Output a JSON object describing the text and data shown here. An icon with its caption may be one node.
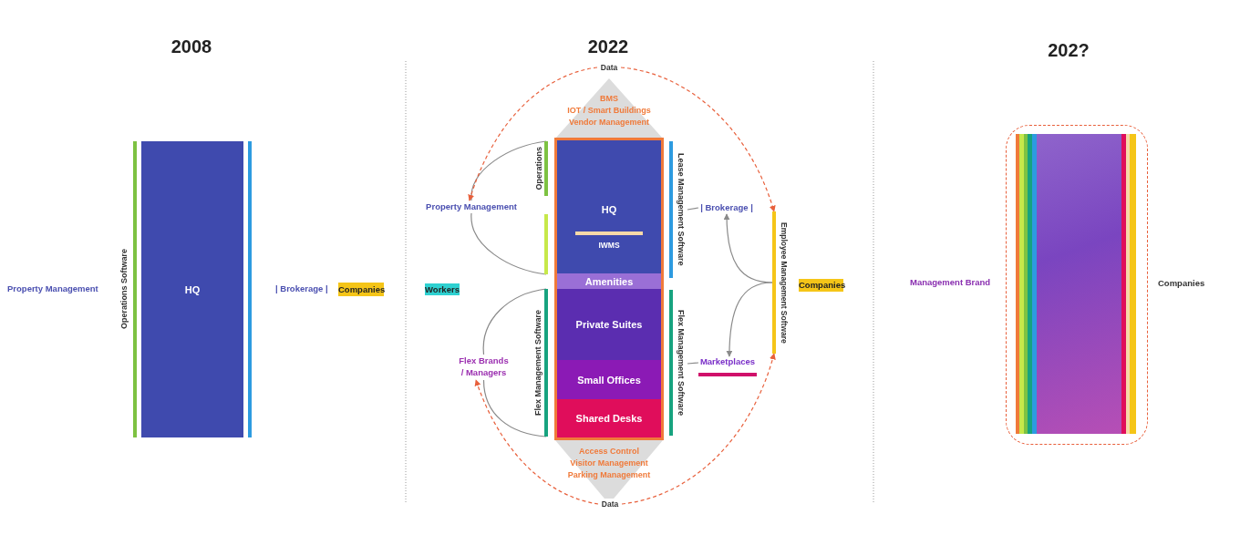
{
  "diagram": {
    "nodes": [
      {
        "text": [
          "HQ"
        ]
      },
      {
        "text": [
          "Operations Software"
        ]
      },
      {
        "text": [],
        "shape": "bar"
      },
      {
        "text": [
          "Companies"
        ]
      },
      {
        "text": [
          "BMS",
          "IOT / Smart Buildings",
          "Vendor Management"
        ]
      },
      {
        "text": [],
        "shape": "box"
      },
      {
        "text": [
          "HQ"
        ],
        "in": 5
      },
      {
        "text": [
          "IWMS"
        ],
        "in": 6
      },
      {
        "text": [
          "Amenities"
        ],
        "in": 5
      },
      {
        "text": [
          "Private Suites"
        ],
        "in": 5
      },
      {
        "text": [
          "Small Offices"
        ],
        "in": 5
      },
      {
        "text": [
          "Shared Desks"
        ],
        "in": 5
      },
      {
        "text": [
          "Access Control",
          "Visitor Management",
          "Parking Management"
        ]
      },
      {
        "text": [
          "Operations"
        ]
      },
      {
        "text": [],
        "shape": "bar"
      },
      {
        "text": [
          "Flex Management Software"
        ]
      },
      {
        "text": [
          "Lease Management Software"
        ]
      },
      {
        "text": [
          "Flex Management Software"
        ]
      },
      {
        "text": [
          "Employee Management Software"
        ]
      },
      {
        "text": [
          "Property Management"
        ]
      },
      {
        "text": [
          "Flex Brands / Managers"
        ]
      },
      {
        "text": [
          "Workers"
        ]
      },
      {
        "text": [
          "| Brokerage |"
        ]
      },
      {
        "text": [
          "Marketplaces"
        ]
      },
      {
        "text": [
          "Companies"
        ]
      },
      {
        "text": [
          "Data"
        ]
      },
      {
        "text": [
          "Data"
        ]
      },
      {
        "text": [],
        "shape": "box"
      },
      {
        "text": [],
        "shape": "box",
        "in": 27
      }
    ],
    "edges": [
      {
        "from": 19,
        "to": 13,
        "arrow": "none"
      },
      {
        "from": 19,
        "to": 14,
        "arrow": "none"
      },
      {
        "from": 20,
        "to": 15,
        "arrow": "none"
      },
      {
        "from": 20,
        "to": 15,
        "arrow": "none"
      },
      {
        "from": 16,
        "to": 22,
        "arrow": "none"
      },
      {
        "from": 17,
        "to": 23,
        "arrow": "none"
      },
      {
        "from": 18,
        "to": 22,
        "arrow": "to"
      },
      {
        "from": 18,
        "to": 23,
        "arrow": "to"
      },
      {
        "from": 25,
        "to": 19,
        "arrow": "to",
        "style": "dashed",
        "color": "#e8603c"
      },
      {
        "from": 25,
        "to": 18,
        "arrow": "to",
        "style": "dashed",
        "color": "#e8603c"
      },
      {
        "from": 26,
        "to": 20,
        "arrow": "to",
        "style": "dashed",
        "color": "#e8603c"
      },
      {
        "from": 26,
        "to": 18,
        "arrow": "to",
        "style": "dashed",
        "color": "#e8603c"
      }
    ],
    "labels": [
      "2008",
      "2022",
      "202?",
      "Property Management",
      "| Brokerage |",
      "Management Brand",
      "Companies"
    ]
  }
}
